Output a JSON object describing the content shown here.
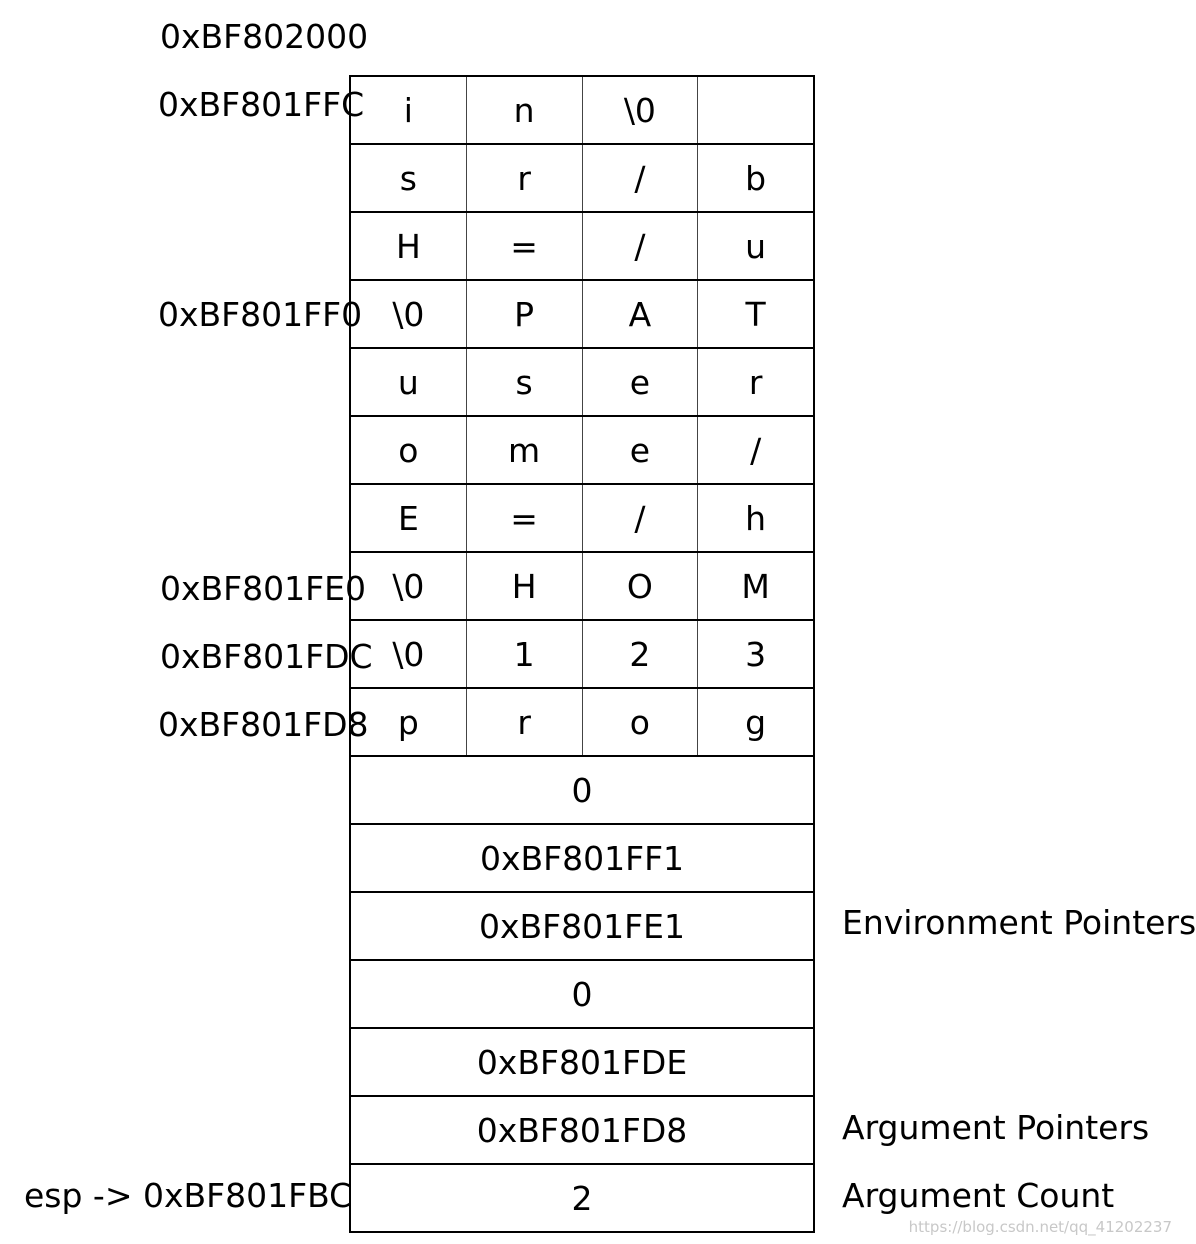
{
  "addresses": {
    "top": "0xBF802000",
    "ffc": "0xBF801FFC",
    "ff0": "0xBF801FF0",
    "fe0": "0xBF801FE0",
    "fdc": "0xBF801FDC",
    "fd8": "0xBF801FD8",
    "esp": "esp -> 0xBF801FBC"
  },
  "byte_rows": [
    [
      "i",
      "n",
      "\\0",
      ""
    ],
    [
      "s",
      "r",
      "/",
      "b"
    ],
    [
      "H",
      "=",
      "/",
      "u"
    ],
    [
      "\\0",
      "P",
      "A",
      "T"
    ],
    [
      "u",
      "s",
      "e",
      "r"
    ],
    [
      "o",
      "m",
      "e",
      "/"
    ],
    [
      "E",
      "=",
      "/",
      "h"
    ],
    [
      "\\0",
      "H",
      "O",
      "M"
    ],
    [
      "\\0",
      "1",
      "2",
      "3"
    ],
    [
      "p",
      "r",
      "o",
      "g"
    ]
  ],
  "word_rows": [
    "0",
    "0xBF801FF1",
    "0xBF801FE1",
    "0",
    "0xBF801FDE",
    "0xBF801FD8",
    "2"
  ],
  "annotations": {
    "environment_pointers": "Environment Pointers",
    "argument_pointers": "Argument Pointers",
    "argument_count": "Argument Count"
  },
  "watermark": "https://blog.csdn.net/qq_41202237"
}
